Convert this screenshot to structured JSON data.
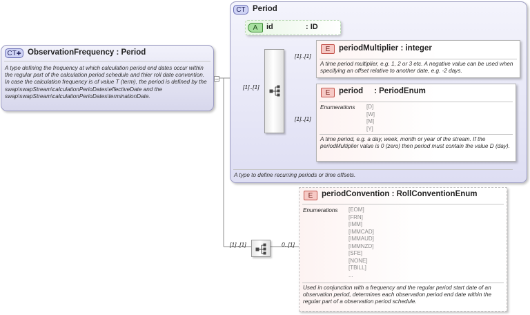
{
  "observation_frequency": {
    "badge": "CT",
    "title": "ObservationFrequency : Period",
    "doc": "A type defining the frequency at which calculation period end dates occur within the regular part of the calculation period schedule and thier roll date convention. In case the calculation frequency is of value T (term), the period is defined by the swap\\swapStream\\calculationPerioDates\\effectiveDate and the swap\\swapStream\\calculationPerioDates\\terminationDate."
  },
  "period_type": {
    "badge": "CT",
    "title": "Period",
    "doc": "A type to define recurring periods or time offsets.",
    "id_attribute": {
      "badge": "A",
      "name": "id",
      "type": ": ID"
    },
    "sequence_cardinality": "[1]..[1]",
    "period_multiplier": {
      "badge": "E",
      "title": "periodMultiplier : integer",
      "cardinality": "[1]..[1]",
      "doc": "A time period multiplier, e.g. 1, 2 or 3 etc. A negative value can be used when specifying an offset relative to another date, e.g. -2 days."
    },
    "period": {
      "badge": "E",
      "title": "period     : PeriodEnum",
      "cardinality": "[1]..[1]",
      "enum_label": "Enumerations",
      "enumerations": [
        "[D]",
        "[W]",
        "[M]",
        "[Y]"
      ],
      "doc": "A time period, e.g. a day, week, month or year of the stream. If the periodMultiplier value is 0 (zero) then period must contain the value D (day)."
    }
  },
  "sequence2": {
    "cardinality": "[1]..[1]",
    "child_cardinality": "0..[1]"
  },
  "period_convention": {
    "badge": "E",
    "title": "periodConvention : RollConventionEnum",
    "enum_label": "Enumerations",
    "enumerations": [
      "[EOM]",
      "[FRN]",
      "[IMM]",
      "[IMMCAD]",
      "[IMMAUD]",
      "[IMMNZD]",
      "[SFE]",
      "[NONE]",
      "[TBILL]",
      "..."
    ],
    "doc": "Used in conjunction with a frequency and the regular period start date of an observation period, determines each observation period end date within the regular part of a observation period schedule."
  }
}
